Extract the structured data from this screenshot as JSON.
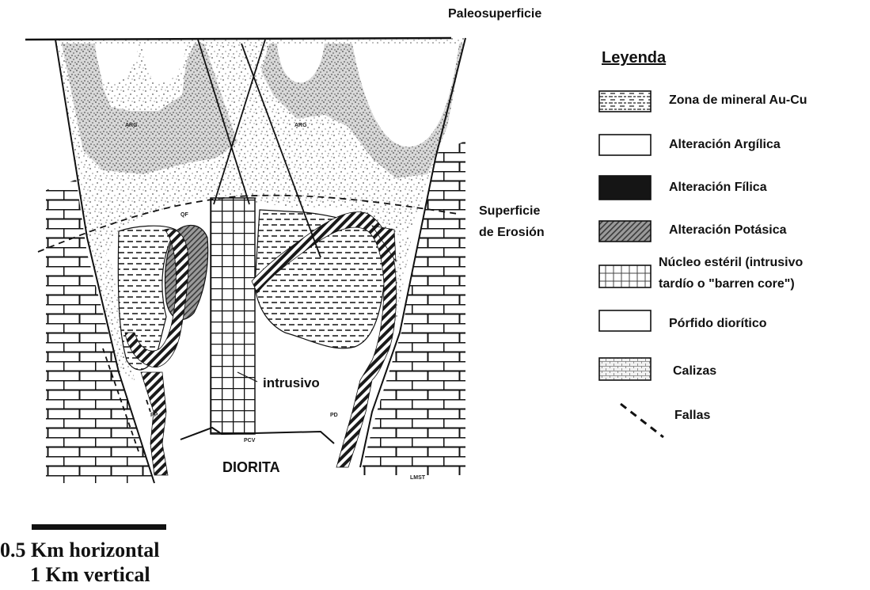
{
  "diagram": {
    "top_label": "Paleosuperficie",
    "erosion_label_1": "Superficie",
    "erosion_label_2": "de Erosión",
    "intrusive_label": "intrusivo",
    "bottom_label": "DIORITA",
    "small_labels": {
      "arg_left": "ARG",
      "arg_right": "ARG",
      "qf": "QF",
      "pp": "PP",
      "pd": "PD",
      "pcv": "PCV",
      "lmst": "LMST"
    }
  },
  "legend": {
    "title": "Leyenda",
    "items": [
      {
        "pattern": "ore-dashes",
        "label": "Zona de mineral Au-Cu"
      },
      {
        "pattern": "argillic-speckle",
        "label": "Alteración Argílica"
      },
      {
        "pattern": "phyllic-black",
        "label": "Alteración Fílica"
      },
      {
        "pattern": "potassic-hatch",
        "label": "Alteración Potásica"
      },
      {
        "pattern": "barren-grid",
        "label_1": "Núcleo estéril (intrusivo",
        "label_2": "tardío o \"barren core\")"
      },
      {
        "pattern": "diorite-blank",
        "label": "Pórfido diorítico"
      },
      {
        "pattern": "limestone-brick",
        "label": "Calizas"
      },
      {
        "pattern": "fault-dashed",
        "label": "Fallas"
      }
    ]
  },
  "scale": {
    "horizontal": "0.5 Km horizontal",
    "vertical": "1 Km vertical"
  }
}
